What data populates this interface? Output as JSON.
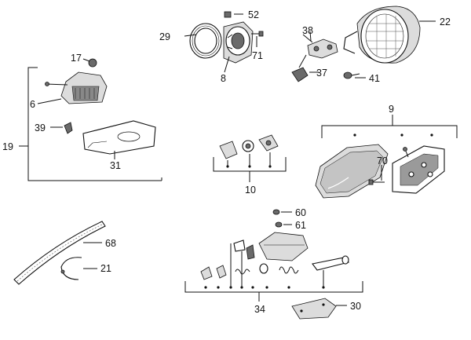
{
  "callouts": {
    "c52": "52",
    "c29": "29",
    "c71": "71",
    "c8": "8",
    "c38": "38",
    "c22": "22",
    "c37": "37",
    "c41": "41",
    "c17": "17",
    "c6": "6",
    "c39": "39",
    "c19": "19",
    "c31": "31",
    "c9": "9",
    "c70": "70",
    "c10": "10",
    "c60": "60",
    "c61": "61",
    "c68": "68",
    "c21": "21",
    "c34": "34",
    "c30": "30"
  }
}
